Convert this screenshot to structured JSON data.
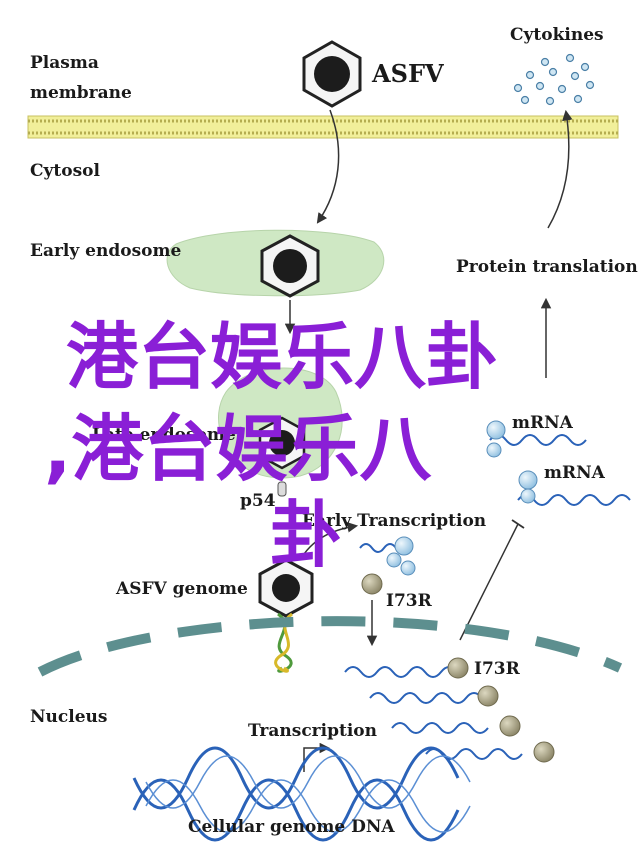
{
  "labels": {
    "plasma_line1": "Plasma",
    "plasma_line2": "membrane",
    "asfv": "ASFV",
    "cytokines": "Cytokines",
    "cytosol": "Cytosol",
    "early_endosome": "Early endosome",
    "protein_translation": "Protein translation",
    "late_endosome": "Late endosome",
    "p54": "p54",
    "transcription_early": "Early Transcription",
    "mrna_1": "mRNA",
    "mrna_2": "mRNA",
    "asfv_genome": "ASFV genome",
    "i73r_1": "I73R",
    "i73r_2": "I73R",
    "nucleus": "Nucleus",
    "transcription": "Transcription",
    "cellular_dna": "Cellular genome DNA"
  },
  "watermark": {
    "line1": "港台娱乐八卦",
    "line2": ",港台娱乐八",
    "line3": "卦"
  },
  "colors": {
    "membrane": "#f1ef9a",
    "endosome": "#cfe8c4",
    "nuclear_envelope": "#5d8f8f",
    "dna_blue": "#2a62b8",
    "protein_blue": "#a9cde8",
    "protein_olive": "#a7a07c",
    "watermark": "#8a1fd6"
  }
}
